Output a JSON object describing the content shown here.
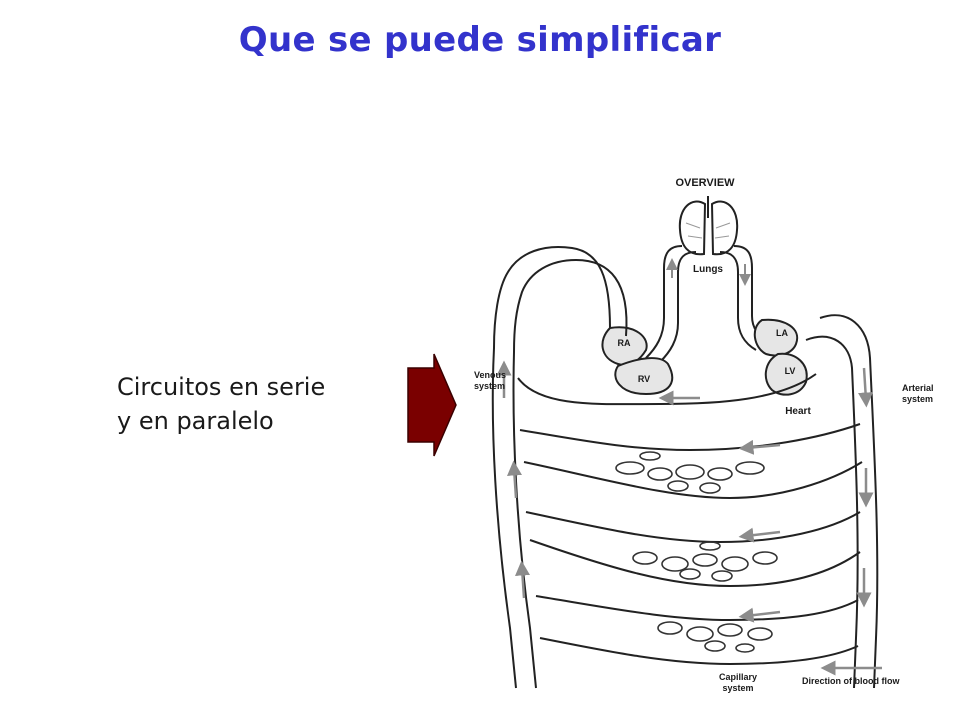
{
  "slide": {
    "title": "Que se puede simplificar",
    "text_lines": [
      "Circuitos en serie",
      "y en paralelo"
    ],
    "arrow_color": "#7a0000",
    "title_color": "#3333cc"
  },
  "diagram": {
    "header": "OVERVIEW",
    "labels": {
      "lungs": "Lungs",
      "ra": "RA",
      "rv": "RV",
      "la": "LA",
      "lv": "LV",
      "heart": "Heart",
      "venous_1": "Venous",
      "venous_2": "system",
      "arterial_1": "Arterial",
      "arterial_2": "system",
      "capillary_1": "Capillary",
      "capillary_2": "system",
      "flow_direction": "Direction of blood flow"
    }
  }
}
